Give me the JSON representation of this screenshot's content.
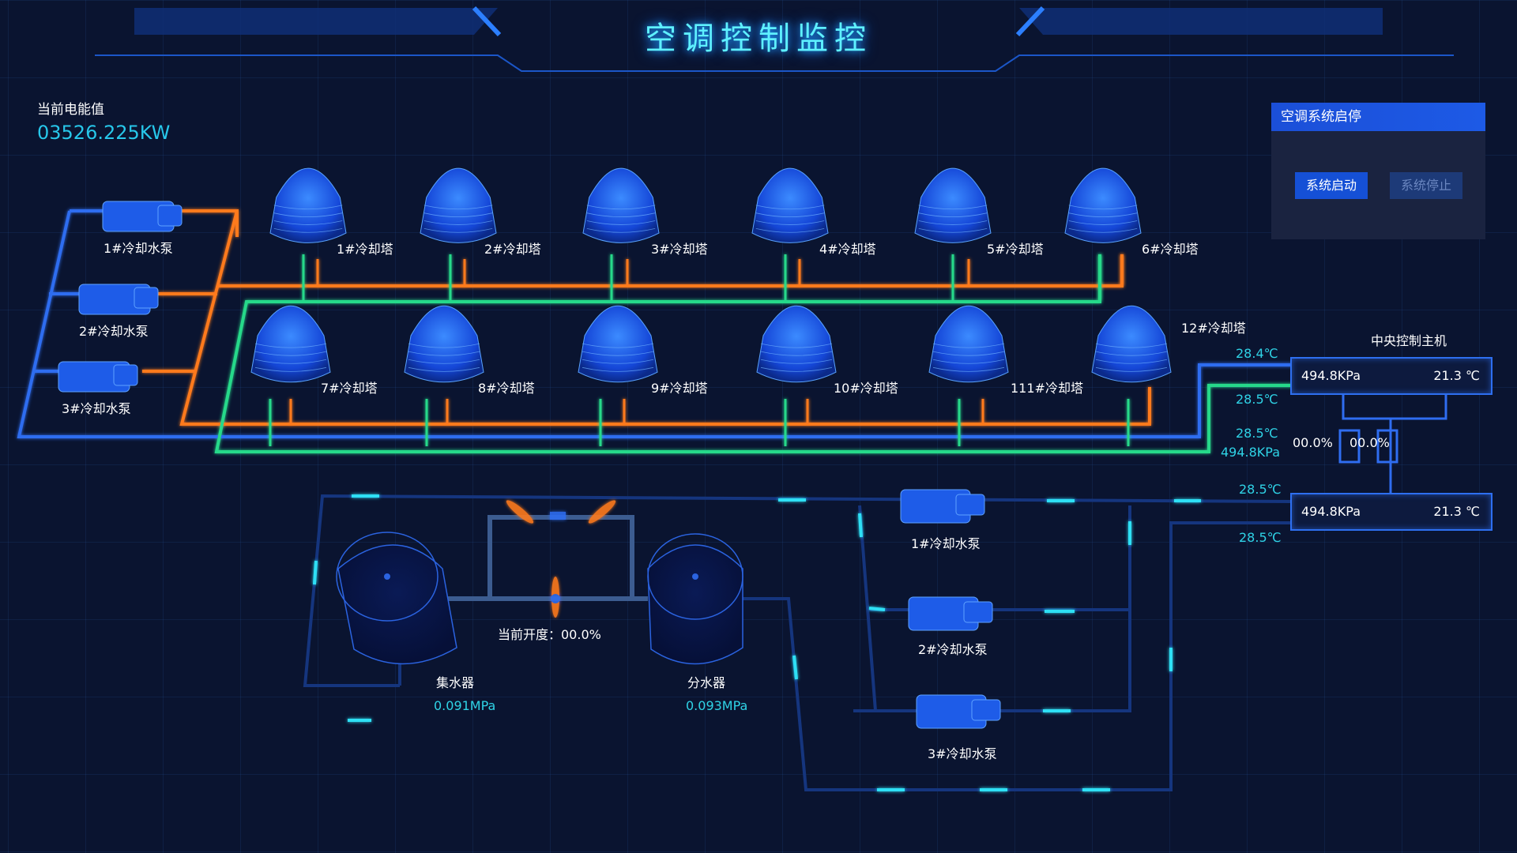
{
  "header": {
    "title": "空调控制监控"
  },
  "energy": {
    "label": "当前电能值",
    "value": "03526.225KW"
  },
  "control_panel": {
    "title": "空调系统启停",
    "start_label": "系统启动",
    "stop_label": "系统停止"
  },
  "cooling_towers": {
    "row1": [
      "1#冷却塔",
      "2#冷却塔",
      "3#冷却塔",
      "4#冷却塔",
      "5#冷却塔",
      "6#冷却塔"
    ],
    "row2": [
      "7#冷却塔",
      "8#冷却塔",
      "9#冷却塔",
      "10#冷却塔",
      "111#冷却塔",
      "12#冷却塔"
    ]
  },
  "cooling_pumps_left": [
    "1#冷却水泵",
    "2#冷却水泵",
    "3#冷却水泵"
  ],
  "cooling_pumps_right": [
    "1#冷却水泵",
    "2#冷却水泵",
    "3#冷却水泵"
  ],
  "host": {
    "title": "中央控制主机",
    "upper": {
      "pressure": "494.8KPa",
      "temp": "21.3 ℃"
    },
    "lower": {
      "pressure": "494.8KPa",
      "temp": "21.3 ℃"
    },
    "valve_left": "00.0%",
    "valve_right": "00.0%",
    "readings": [
      "28.4℃",
      "28.5℃",
      "28.5℃",
      "494.8KPa",
      "28.5℃",
      "28.5℃"
    ]
  },
  "collector": {
    "label": "集水器",
    "pressure": "0.091MPa"
  },
  "distributor": {
    "label": "分水器",
    "pressure": "0.093MPa"
  },
  "valve_opening": "当前开度：00.0%",
  "colors": {
    "supply": "#ff7a1f",
    "return": "#27d98a",
    "water": "#2f6df0",
    "accent": "#2fd3e6"
  }
}
